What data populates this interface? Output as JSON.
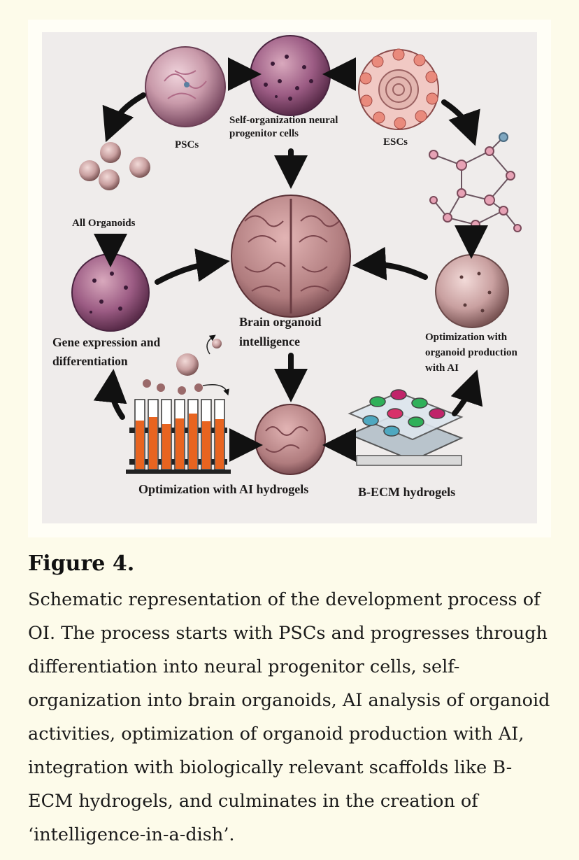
{
  "diagram": {
    "labels": {
      "pscs": "PSCs",
      "self_org": "Self-organization neural progenitor cells",
      "escs": "ESCs",
      "all_organoids": "All Organoids",
      "gene_expression": "Gene expression and differentiation",
      "brain_organoid": "Brain organoid intelligence",
      "optimization_production": "Optimization with organoid production with AI",
      "optimization_ai_hydrogels": "Optimization with AI hydrogels",
      "becm_hydrogels": "B-ECM hydrogels"
    },
    "colors": {
      "background": "#efeceb",
      "cell_fill": "#c49aa8",
      "brain_fill": "#b88585",
      "arrow": "#111111",
      "tube_liquid": "#e86420"
    }
  },
  "caption": {
    "title": "Figure 4.",
    "text": "Schematic representation of the development process of OI. The process starts with PSCs and progresses through differentiation into neural progenitor cells, self-organization into brain organoids, AI analysis of organoid activities, optimization of organoid production with AI, integration with biologically relevant scaffolds like B-ECM hydrogels, and culminates in the creation of ‘intelligence-in-a-dish’."
  }
}
